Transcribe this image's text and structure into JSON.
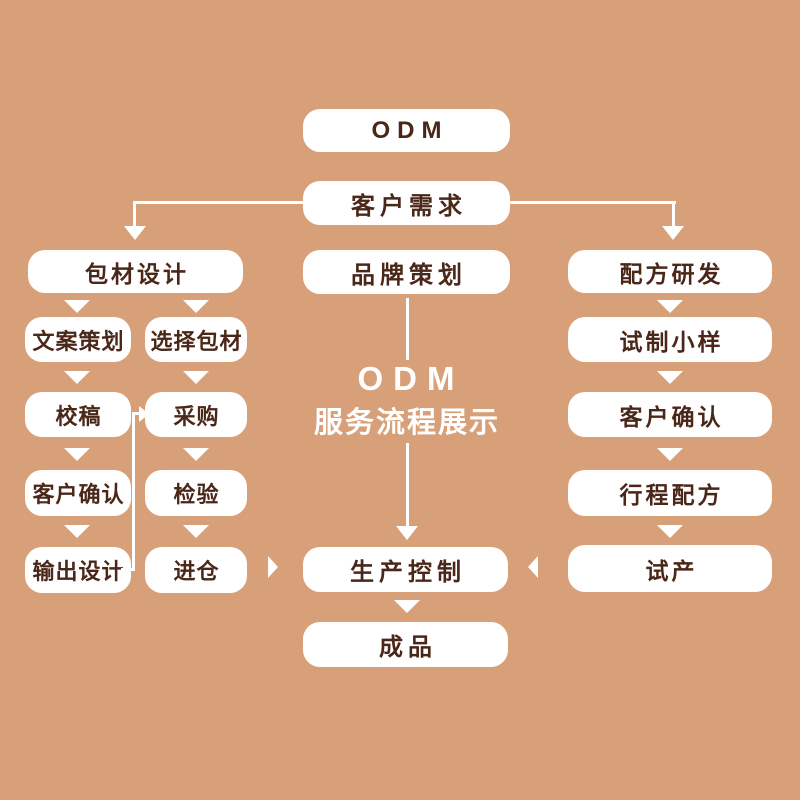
{
  "colors": {
    "background": "#d7a078",
    "box": "#ffffff",
    "text": "#4a2718",
    "connector": "#ffffff"
  },
  "center_title": {
    "line1": "ODM",
    "line2": "服务流程展示"
  },
  "nodes": {
    "odm": "ODM",
    "customer_needs": "客户需求",
    "packaging_design": "包材设计",
    "brand_planning": "品牌策划",
    "formula_rd": "配方研发",
    "copywriting": "文案策划",
    "select_packaging": "选择包材",
    "proofreading": "校稿",
    "purchasing": "采购",
    "customer_confirm_left": "客户确认",
    "inspection": "检验",
    "output_design": "输出设计",
    "warehousing": "进仓",
    "trial_sample": "试制小样",
    "customer_confirm_right": "客户确认",
    "formula_scheduling": "行程配方",
    "trial_production": "试产",
    "production_control": "生产控制",
    "finished_product": "成品"
  }
}
